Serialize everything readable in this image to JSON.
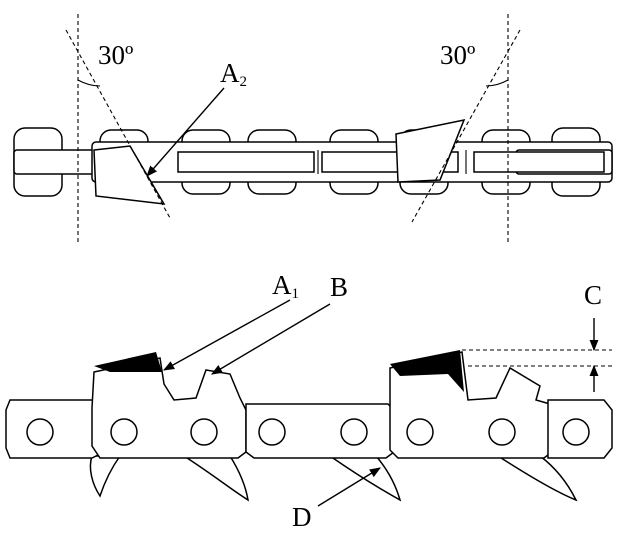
{
  "labels": {
    "angle_left": "30º",
    "angle_right": "30º",
    "a2_main": "A",
    "a2_sub": "2",
    "a1_main": "A",
    "a1_sub": "1",
    "b": "B",
    "c": "C",
    "d": "D"
  },
  "colors": {
    "ink": "#000000",
    "paper": "#ffffff"
  }
}
